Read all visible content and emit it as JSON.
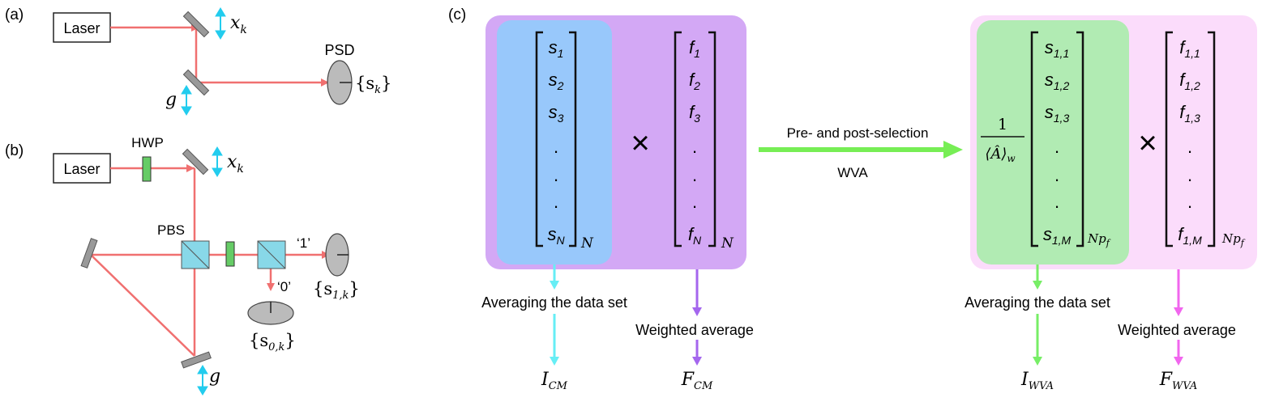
{
  "panel_a": {
    "label": "(a)",
    "laser_label": "Laser",
    "psd_label": "PSD",
    "mirror_top_symbol": "x",
    "mirror_top_sub": "k",
    "mirror_bottom_symbol": "g",
    "psd_readout_open": "{s",
    "psd_readout_sub": "k",
    "psd_readout_close": "}"
  },
  "panel_b": {
    "label": "(b)",
    "laser_label": "Laser",
    "hwp_label": "HWP",
    "pbs_label": "PBS",
    "mirror_top_symbol": "x",
    "mirror_top_sub": "k",
    "mirror_bottom_symbol": "g",
    "port_one_label": "‘1’",
    "port_zero_label": "‘0’",
    "det_one_open": "{s",
    "det_one_sub": "1,k",
    "det_one_close": "}",
    "det_zero_open": "{s",
    "det_zero_sub": "0,k",
    "det_zero_close": "}"
  },
  "panel_c": {
    "label": "(c)",
    "times_symbol": "×",
    "arrow_top_label": "Pre- and post-selection",
    "arrow_bottom_label": "WVA",
    "left": {
      "s_entries": [
        "s_1",
        "s_2",
        "s_3",
        ".",
        ".",
        ".",
        "s_N"
      ],
      "f_entries": [
        "f_1",
        "f_2",
        "f_3",
        ".",
        ".",
        ".",
        "f_N"
      ],
      "s_subscript": "N",
      "f_subscript": "N",
      "averaging_label": "Averaging the data set",
      "weighted_label": "Weighted average",
      "result_I": "I",
      "result_I_sub": "CM",
      "result_F": "F",
      "result_F_sub": "CM"
    },
    "right": {
      "prefactor_numerator": "1",
      "prefactor_denominator": "⟨Â⟩",
      "prefactor_denominator_sub": "w",
      "s_entries": [
        "s_1,1",
        "s_1,2",
        "s_1,3",
        ".",
        ".",
        ".",
        "s_1,M"
      ],
      "f_entries": [
        "f_1,1",
        "f_1,2",
        "f_1,3",
        ".",
        ".",
        ".",
        "f_1,M"
      ],
      "s_subscript": "Np",
      "s_subscript_sub": "f",
      "f_subscript": "Np",
      "f_subscript_sub": "f",
      "averaging_label": "Averaging the data set",
      "weighted_label": "Weighted average",
      "result_I": "I",
      "result_I_sub": "WVA",
      "result_F": "F",
      "result_F_sub": "WVA"
    }
  },
  "colors": {
    "beam": "#f07070",
    "double_arrow": "#22ccee",
    "left_outer_box": "#d3a8f5",
    "left_inner_box": "#98c8fb",
    "right_outer_box": "#fbdcfb",
    "right_inner_box": "#b1ebb3",
    "main_arrow": "#77ee55",
    "cyan_arrow": "#66eef5",
    "purple_arrow": "#a466ee",
    "green_arrow": "#77ee66",
    "pink_arrow": "#f166ee",
    "hwp": "#66cc66",
    "pbs": "#88d8e8",
    "mirror": "#999999",
    "detector": "#bbbbbb"
  }
}
